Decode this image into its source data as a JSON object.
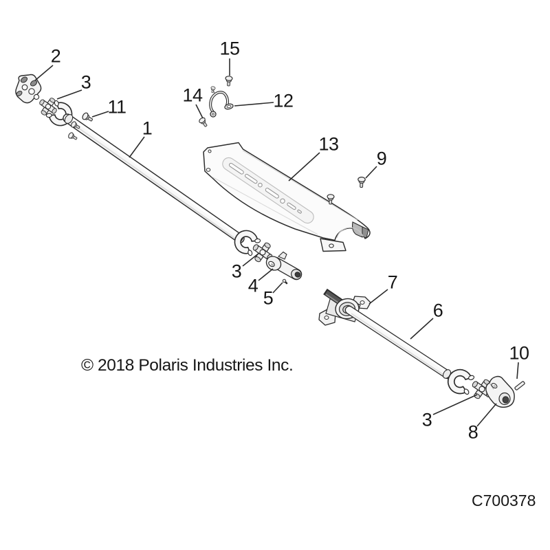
{
  "diagram": {
    "title_hint": "prop shaft exploded parts diagram",
    "ink_color": "#2b2b2b",
    "paper_color": "#ffffff",
    "copyright": "© 2018 Polaris Industries Inc.",
    "code": "C700378",
    "callouts": [
      {
        "label": "2"
      },
      {
        "label": "3"
      },
      {
        "label": "11"
      },
      {
        "label": "1"
      },
      {
        "label": "15"
      },
      {
        "label": "14"
      },
      {
        "label": "12"
      },
      {
        "label": "13"
      },
      {
        "label": "9"
      },
      {
        "label": "3"
      },
      {
        "label": "4"
      },
      {
        "label": "5"
      },
      {
        "label": "7"
      },
      {
        "label": "6"
      },
      {
        "label": "10"
      },
      {
        "label": "3"
      },
      {
        "label": "8"
      }
    ]
  }
}
